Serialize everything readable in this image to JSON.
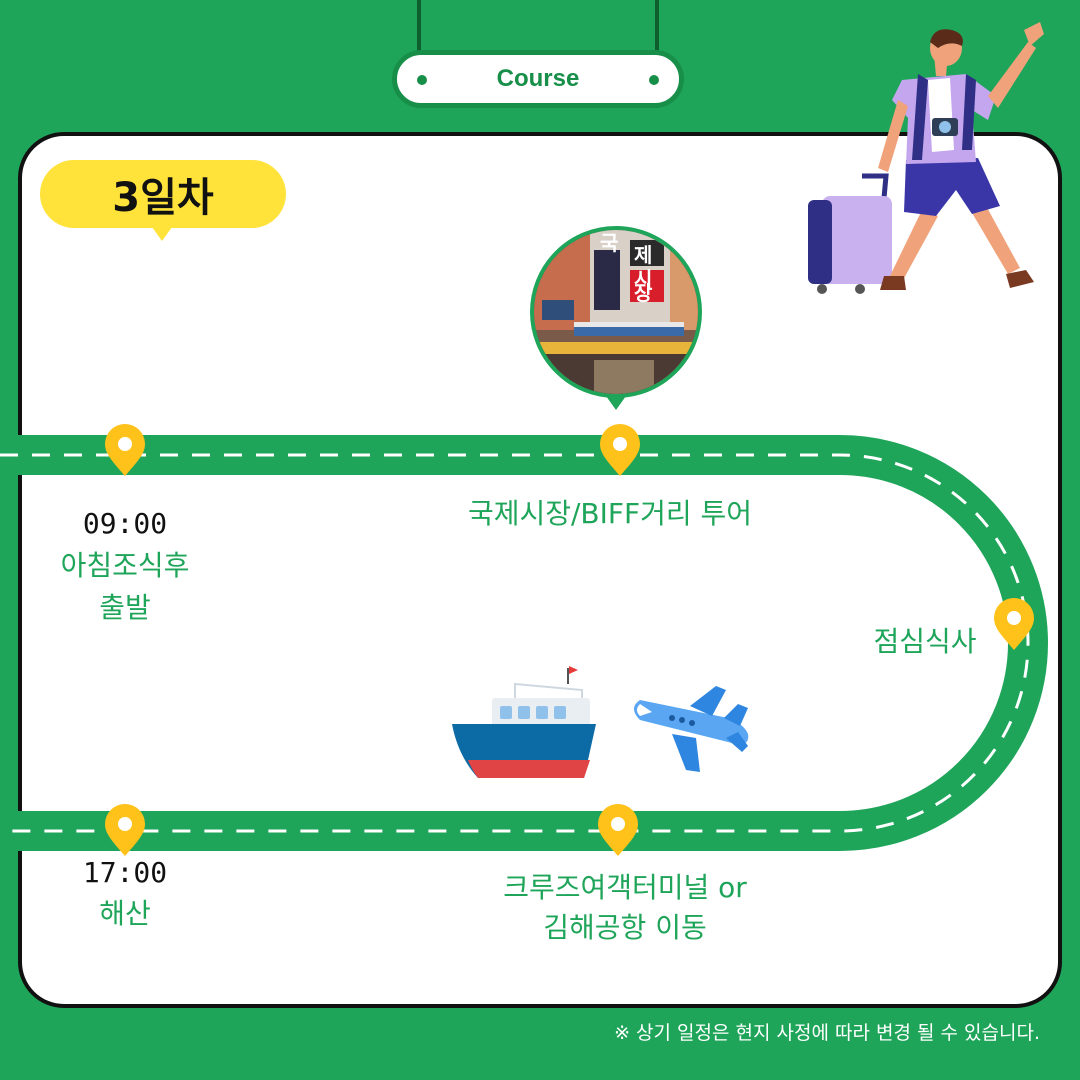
{
  "header": {
    "course_label": "Course"
  },
  "day": {
    "label": "3일차"
  },
  "market_photo": {
    "sign_chars": [
      "국",
      "제",
      "시",
      "장"
    ]
  },
  "stops": [
    {
      "time": "09:00",
      "line1": "아침조식후",
      "line2": "출발"
    },
    {
      "line1": "국제시장/BIFF거리 투어"
    },
    {
      "line1": "점심식사"
    },
    {
      "line1": "크루즈여객터미널 or",
      "line2": "김해공항 이동"
    },
    {
      "time": "17:00",
      "line1": "해산"
    }
  ],
  "icons": {
    "ship": "ship-icon",
    "plane": "airplane-icon",
    "pin": "location-pin-icon",
    "traveler": "traveler-illustration"
  },
  "colors": {
    "background": "#1fa55a",
    "road": "#1fa55a",
    "badge": "#ffe33b",
    "pin": "#ffc21a"
  },
  "footer": {
    "note": "※ 상기 일정은 현지 사정에 따라 변경 될 수 있습니다."
  }
}
